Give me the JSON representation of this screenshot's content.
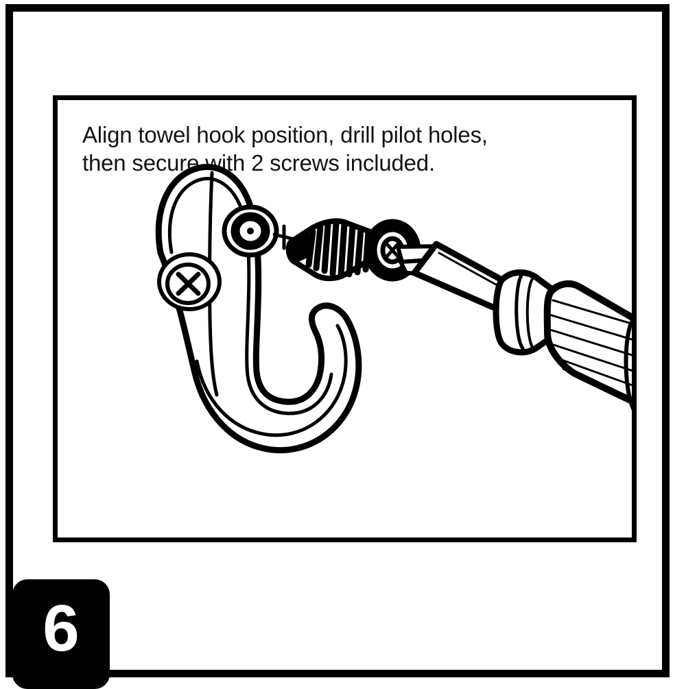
{
  "page": {
    "background_color": "#ffffff",
    "ink_color": "#000000"
  },
  "instruction_panel": {
    "caption": "Align towel hook position, drill pilot holes,\nthen secure with 2 screws included.",
    "caption_line_1": "Align towel hook position, drill pilot holes,",
    "caption_line_2": "then secure with 2 screws included."
  },
  "step_badge": {
    "number": "6",
    "background_color": "#000000",
    "text_color": "#ffffff"
  },
  "illustration": {
    "title": "towel-hook-installation-diagram",
    "parts": [
      {
        "name": "towel-hook",
        "label": "Towel hook with oval wall backplate and J-shaped hook",
        "features": [
          "oval-backplate",
          "installed-phillips-screw",
          "open-pilot-hole",
          "j-hook-curve"
        ]
      },
      {
        "name": "wood-screw",
        "label": "Wood screw entering the upper pilot hole",
        "thread_count": 10
      },
      {
        "name": "screwdriver",
        "label": "Phillips screwdriver driving the screw",
        "features": [
          "driver-tip",
          "shaft",
          "bolster-collar",
          "ribbed-handle"
        ],
        "handle_rib_count": 7
      }
    ],
    "screw_count": 2
  }
}
